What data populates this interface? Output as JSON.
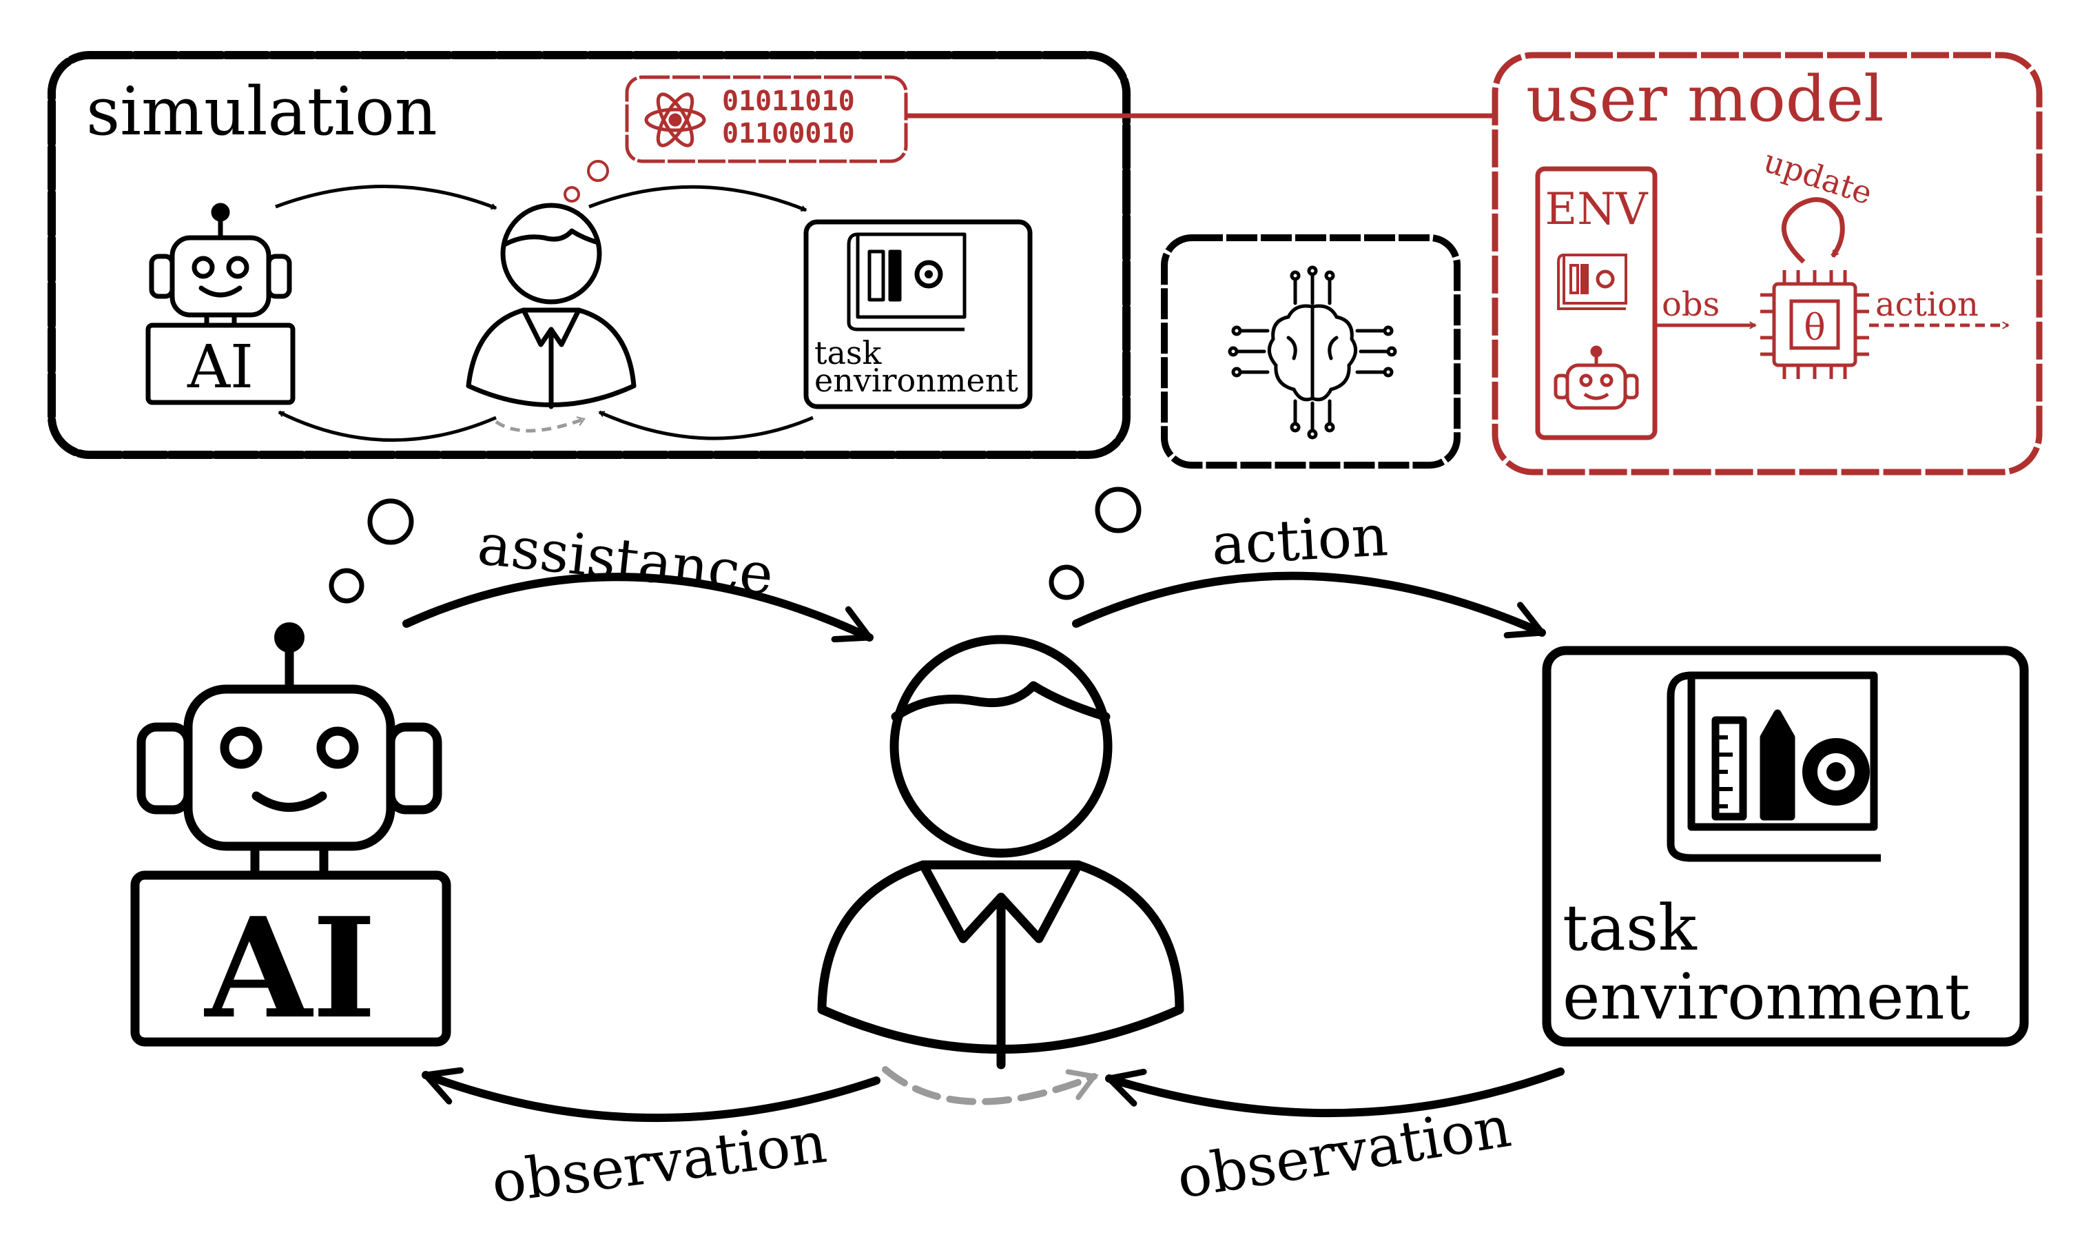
{
  "colors": {
    "ink": "#000000",
    "accent": "#b03030",
    "muted": "#9a9a9a"
  },
  "simulation": {
    "title": "simulation",
    "ai_label": "AI",
    "task_label_line1": "task",
    "task_label_line2": "environment",
    "binary_line1": "01011010",
    "binary_line2": "01100010"
  },
  "user_model": {
    "title": "user model",
    "env_label": "ENV",
    "obs_label": "obs",
    "action_label": "action",
    "update_label": "update",
    "theta_label": "θ"
  },
  "main": {
    "ai_label": "AI",
    "assistance_label": "assistance",
    "action_label": "action",
    "observation_left_label": "observation",
    "observation_right_label": "observation",
    "task_label_line1": "task",
    "task_label_line2": "environment"
  },
  "icons": [
    "robot-icon",
    "user-icon",
    "task-environment-icon",
    "brain-circuit-icon",
    "atom-icon",
    "chip-icon",
    "gear-icon",
    "pencil-icon",
    "ruler-icon"
  ]
}
